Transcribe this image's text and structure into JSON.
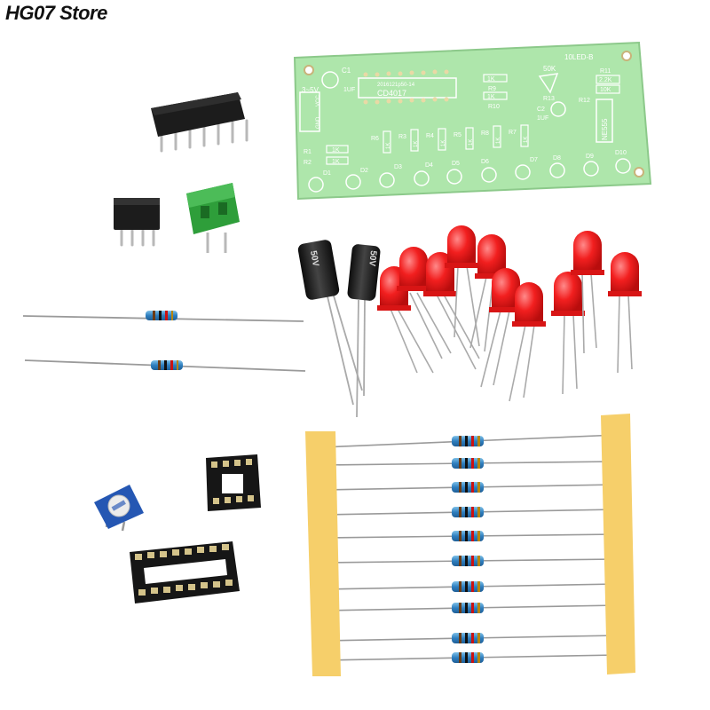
{
  "store_label": "HG07 Store",
  "pcb": {
    "title": "10LED-B",
    "chip_main": "CD4017",
    "chip_timer": "NE555",
    "silk_code": "2016121p50-14",
    "power": "3~5V",
    "vcc": "VCC",
    "gnd": "GND",
    "c1": "C1",
    "c1_value": "1UF",
    "c2": "C2",
    "c2_value": "1UF",
    "pot_value": "50K",
    "r13": "R13",
    "r11": "R11",
    "r11_value": "2.2K",
    "r12": "R12",
    "r12_value": "10K",
    "r9": "R9",
    "r10": "R10",
    "r_top_value": "1K",
    "r1": "R1",
    "r2": "R2",
    "r_small_value": "1K",
    "r_mid_labels": [
      "R6",
      "R3",
      "R4",
      "R5",
      "R8",
      "R7"
    ],
    "r_mid_value": "1K",
    "led_labels": [
      "D1",
      "D2",
      "D3",
      "D4",
      "D5",
      "D6",
      "D7",
      "D8",
      "D9",
      "D10"
    ]
  },
  "capacitor_label": "50V",
  "colors": {
    "pcb_green": "#a9e3a6",
    "led_red": "#ee1e1e",
    "tape_yellow": "#f6cf6a",
    "resistor_blue": "#3d8fc6",
    "terminal_green": "#2e9e3a",
    "chip_black": "#1c1c1c"
  }
}
